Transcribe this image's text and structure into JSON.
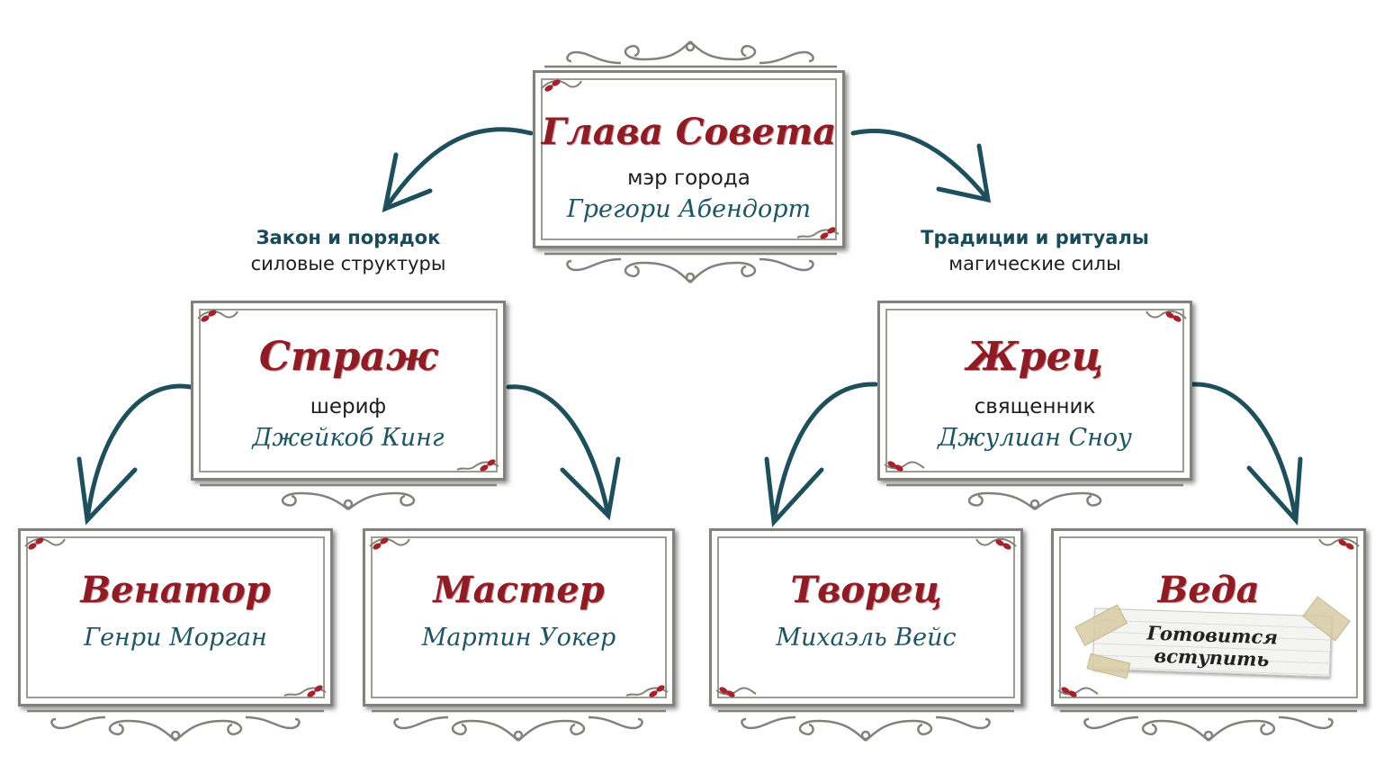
{
  "head": {
    "title": "Глава Совета",
    "role": "мэр города",
    "person": "Грегори Абендорт"
  },
  "left_branch": {
    "title": "Закон и порядок",
    "subtitle": "силовые структуры"
  },
  "right_branch": {
    "title": "Традиции и ритуалы",
    "subtitle": "магические силы"
  },
  "guard": {
    "title": "Страж",
    "role": "шериф",
    "person": "Джейкоб Кинг"
  },
  "priest": {
    "title": "Жрец",
    "role": "священник",
    "person": "Джулиан Сноу"
  },
  "venator": {
    "title": "Венатор",
    "person": "Генри Морган"
  },
  "master": {
    "title": "Мастер",
    "person": "Мартин Уокер"
  },
  "creator": {
    "title": "Творец",
    "person": "Михаэль Вейс"
  },
  "veda": {
    "title": "Веда",
    "note": "Готовится вступить"
  },
  "colors": {
    "title": "#8e1c24",
    "name": "#1f5560",
    "arrow": "#1e4f5c",
    "frame": "#7f837a"
  }
}
